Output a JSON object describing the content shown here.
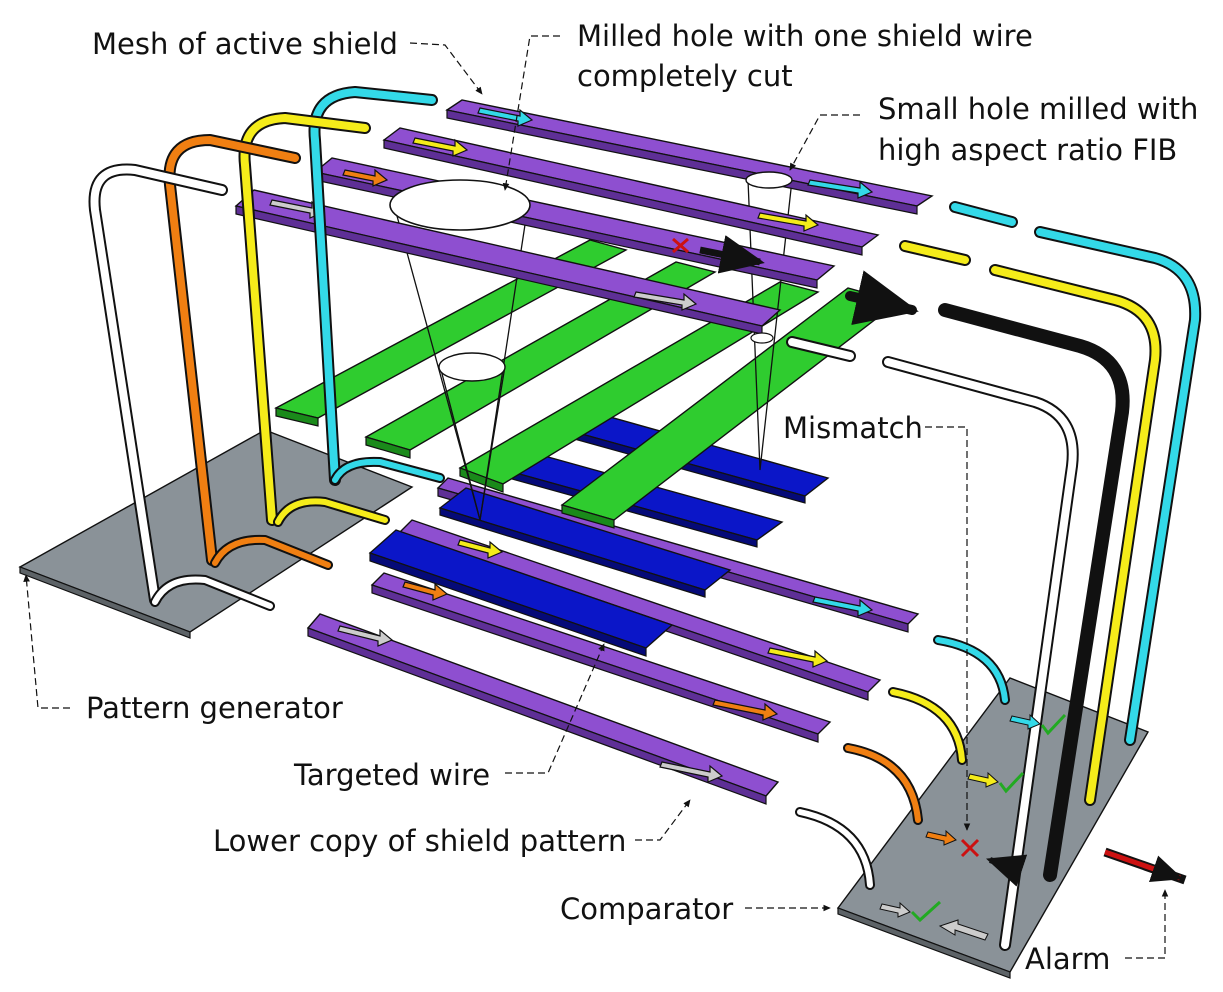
{
  "labels": {
    "mesh": "Mesh of active shield",
    "milled_hole_1": "Milled hole with one shield wire",
    "milled_hole_2": "completely cut",
    "small_hole_1": "Small hole milled with",
    "small_hole_2": "high aspect ratio FIB",
    "mismatch": "Mismatch",
    "pattern_generator": "Pattern generator",
    "targeted_wire": "Targeted wire",
    "lower_copy": "Lower copy of shield pattern",
    "comparator": "Comparator",
    "alarm": "Alarm"
  },
  "colors": {
    "shield_wire": "#8e4fd0",
    "shield_wire_side": "#5e2f96",
    "green_layer": "#2fcc2f",
    "green_layer_side": "#1a8a1a",
    "blue_layer": "#0b16c8",
    "blue_layer_side": "#050a78",
    "platform": "#8a9298",
    "platform_side": "#5d6367",
    "signal_cyan": "#33d9e8",
    "signal_yellow": "#f5ec1a",
    "signal_orange": "#f07f12",
    "signal_white": "#ffffff",
    "signal_black": "#111111",
    "alarm_red": "#cc1111",
    "check_green": "#22aa22"
  },
  "icons": [
    "arrow-icon",
    "check-icon",
    "cross-icon",
    "hole-icon"
  ]
}
